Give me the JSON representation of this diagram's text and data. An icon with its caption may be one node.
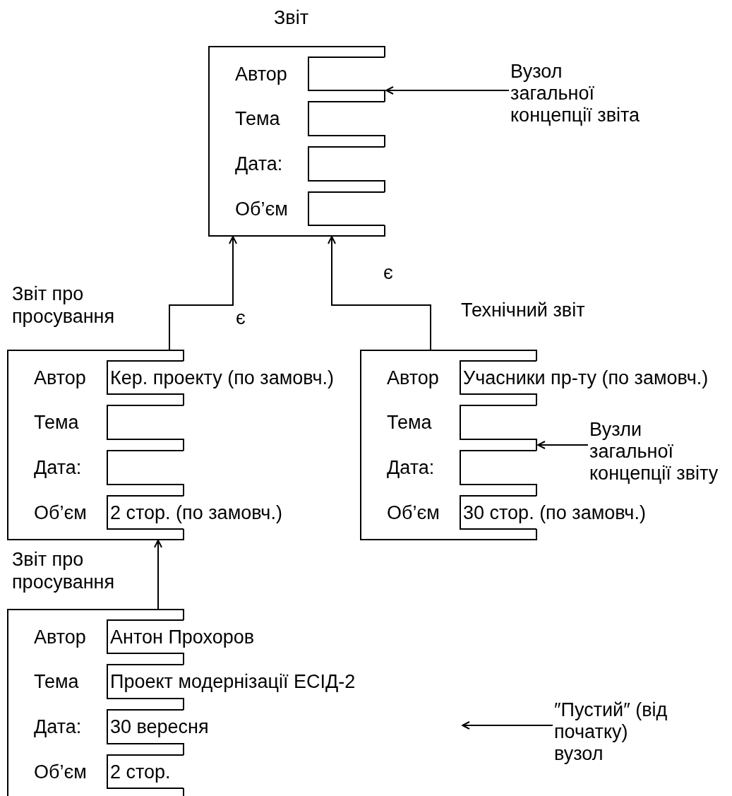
{
  "diagram": {
    "nodes": [
      {
        "text": [
          "Автор",
          "Тема",
          "Дата:",
          "Об’єм"
        ],
        "beside": [
          "Звіт"
        ]
      },
      {
        "text": [
          "Вузол загальної концепції звіта"
        ]
      },
      {
        "text": [
          "Автор",
          "Тема",
          "Дата:",
          "Об’єм"
        ],
        "beside": [
          "Звіт про просування"
        ]
      },
      {
        "text": [
          "Автор",
          "Тема",
          "Дата:",
          "Об’єм"
        ],
        "beside": [
          "Технічний звіт"
        ]
      },
      {
        "text": [
          "Вузли загальної концепції звіту"
        ]
      },
      {
        "text": [
          "Автор",
          "Тема",
          "Дата:",
          "Об’єм"
        ],
        "beside": [
          "Звіт про просування"
        ]
      },
      {
        "text": [
          "″Пустий″ (від початку) вузол"
        ]
      }
    ],
    "edges": [
      {
        "from": 2,
        "to": 0,
        "arrow": "to",
        "label": "є"
      },
      {
        "from": 3,
        "to": 0,
        "arrow": "to",
        "label": "є"
      },
      {
        "from": 5,
        "to": 2,
        "arrow": "to"
      },
      {
        "from": 1,
        "to": 0,
        "arrow": "to"
      },
      {
        "from": 4,
        "to": 3,
        "arrow": "to"
      },
      {
        "from": 6,
        "to": null,
        "arrow": "to"
      }
    ],
    "labels": [
      "Кер. проекту (по замовч.)",
      "Учасники пр-ту (по замовч.)",
      "2 стор. (по замовч.)",
      "30 стор. (по замовч.)",
      "Антон Прохоров",
      "Проект модернізації ЕСІД-2",
      "30 вересня",
      "2 стор."
    ]
  }
}
